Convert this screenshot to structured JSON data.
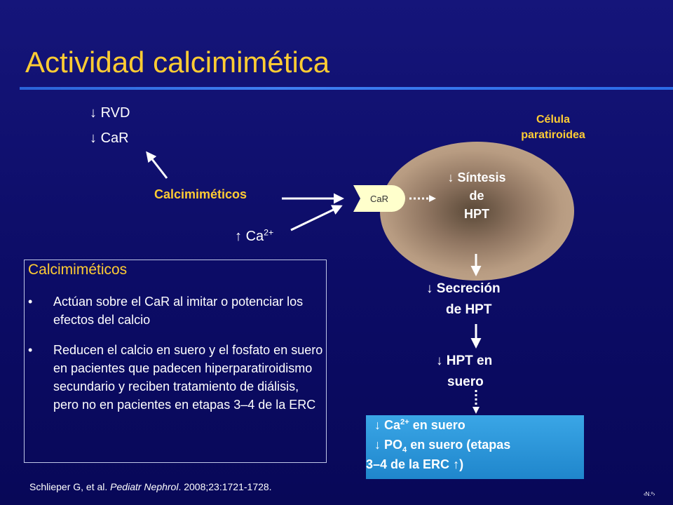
{
  "title": "Actividad calcimimética",
  "effects": {
    "line1_arrow": "↓",
    "line1_text": "RVD",
    "line2_arrow": "↓",
    "line2_text": "CaR"
  },
  "calcimimetics_label": "Calcimiméticos",
  "calcium_input": {
    "arrow": "↑",
    "text": "Ca",
    "sup": "2+"
  },
  "cell": {
    "label_line1": "Célula",
    "label_line2": "paratiroidea",
    "receptor": "CaR",
    "synthesis_arrow": "↓",
    "synthesis_line1": "Síntesis",
    "synthesis_line2": "de",
    "synthesis_line3": "HPT"
  },
  "steps": {
    "secretion_arrow": "↓",
    "secretion_line1": "Secreción",
    "secretion_line2": "de HPT",
    "serum_arrow": "↓",
    "serum_line1": "HPT en",
    "serum_line2": "suero"
  },
  "result": {
    "line1_arrow": "↓",
    "line1_ca": "Ca",
    "line1_sup": "2+",
    "line1_rest": " en suero",
    "line2_arrow": "↓",
    "line2_po": "PO",
    "line2_sub": "4",
    "line2_rest": " en suero (etapas",
    "line3_text": "3–4 de la ERC ",
    "line3_arrow": "↑",
    "line3_close": ")"
  },
  "info": {
    "title": "Calcimiméticos",
    "bullets": [
      {
        "dot": "•",
        "text": "Actúan sobre el CaR al imitar o potenciar los efectos del calcio"
      },
      {
        "dot": "•",
        "text": "Reducen el calcio en suero y el fosfato en suero en pacientes que padecen hiperparatiroidismo secundario y reciben tratamiento de diálisis, pero no en pacientes en etapas 3–4 de la ERC"
      }
    ]
  },
  "reference": {
    "authors": "Schlieper G, et al. ",
    "journal": "Pediatr Nephrol",
    "details": ". 2008;23:1721-1728."
  },
  "page_number": "‹N.º›",
  "colors": {
    "background": "#0c0c66",
    "accent_gold": "#ffcc33",
    "rule_blue": "#3f7ff0",
    "result_box": "#2a96d8",
    "receptor_fill": "#ffffcc"
  }
}
